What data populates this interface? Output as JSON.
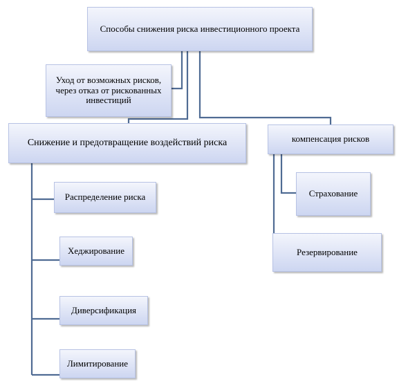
{
  "diagram": {
    "root": "Способы снижения риска инвестиционного проекта",
    "avoidance": "Уход от возможных рисков, через отказ от рискованных инвестиций",
    "reduction": "Снижение и предотвращение воздействий риска",
    "compensation": "компенсация рисков",
    "reduction_children": [
      "Распределение риска",
      "Хеджирование",
      "Диверсификация",
      "Лимитирование"
    ],
    "compensation_children": [
      "Страхование",
      "Резервирование"
    ]
  },
  "colors": {
    "connector": "#4f6b93",
    "box_top": "#f3f5fc",
    "box_bottom": "#cdd6f1",
    "box_border": "#b7c2e4"
  }
}
